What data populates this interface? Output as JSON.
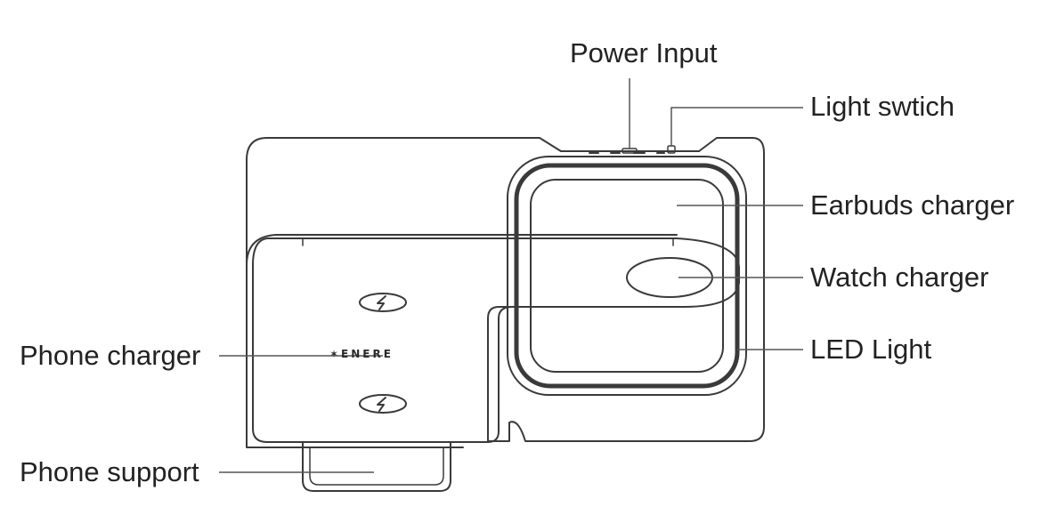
{
  "labels": {
    "power_input": "Power Input",
    "light_switch": "Light swtich",
    "earbuds_charger": "Earbuds charger",
    "watch_charger": "Watch charger",
    "led_light": "LED Light",
    "phone_charger": "Phone charger",
    "phone_support": "Phone support"
  },
  "device": {
    "brand": "✶ENERE",
    "charging_icon": "lightning-bolt-icon"
  },
  "colors": {
    "line": "#3a3a3a",
    "leader": "#555555",
    "text": "#222222"
  }
}
